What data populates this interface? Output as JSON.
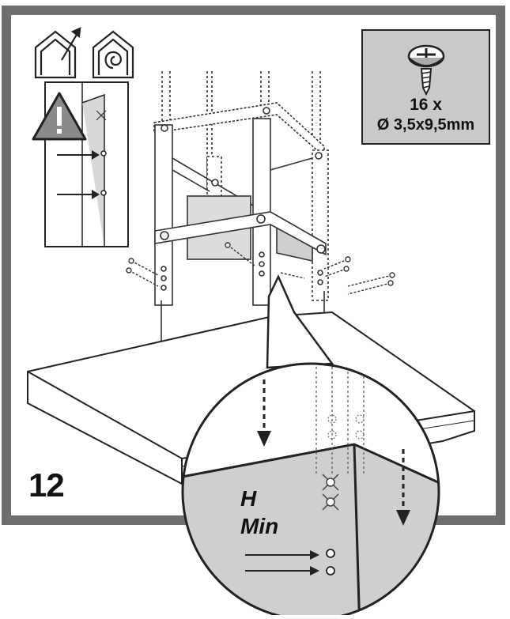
{
  "step_number": "12",
  "screw_spec": {
    "quantity": "16 x",
    "size": "Ø 3,5x9,5mm"
  },
  "detail_label": {
    "line1": "H",
    "line2": "Min"
  },
  "icons": [
    "house-hood-install-icon",
    "house-recirculation-icon",
    "warning-triangle-icon",
    "screw-icon"
  ],
  "colors": {
    "frame": "#6f6f6f",
    "wall_shade": "#cfcfcf",
    "screw_box": "#c9c9c9",
    "line": "#222222"
  }
}
